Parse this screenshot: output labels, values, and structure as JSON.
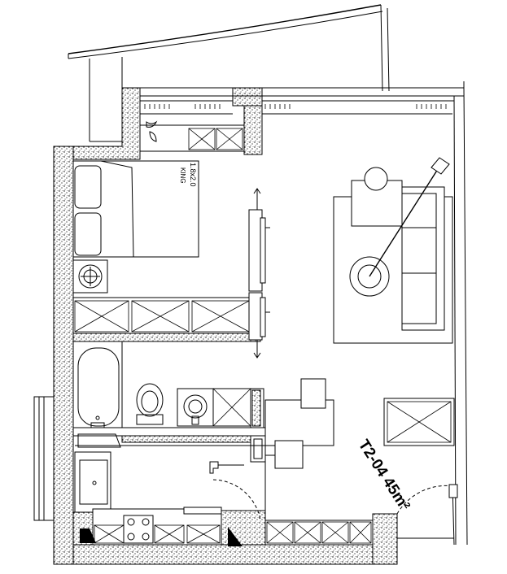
{
  "unit_label": "T2-04 45m²",
  "bed_label_line1": "1.8x2.0",
  "bed_label_line2": "KING",
  "colors": {
    "line": "#000000",
    "background": "#ffffff",
    "wall_fill": "#d0d0d0"
  }
}
